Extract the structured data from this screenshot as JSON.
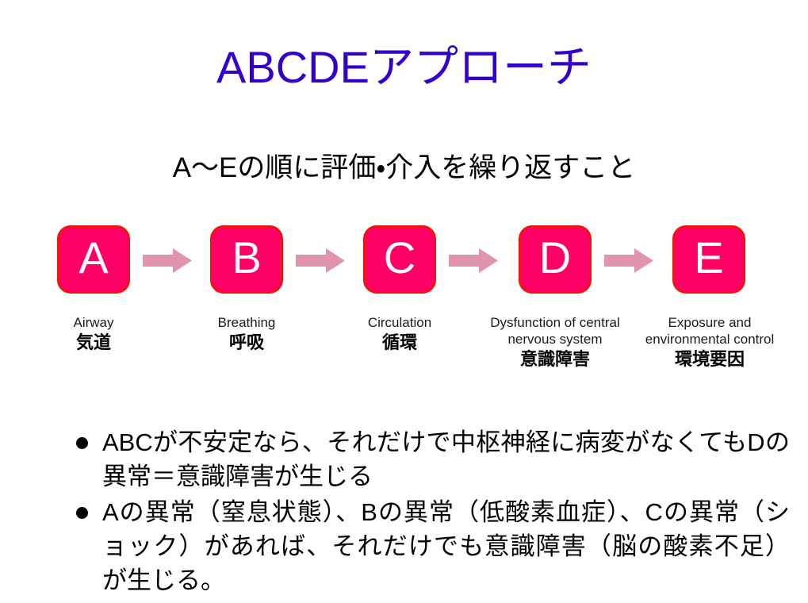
{
  "slide": {
    "title": "ABCDEアプローチ",
    "title_color": "#3300cc",
    "subtitle": "A〜Eの順に評価・介入を繰り返すこと",
    "background_color": "#ffffff"
  },
  "flow": {
    "box_fill_color": "#ff0066",
    "box_border_color": "#ee1510",
    "box_letter_color": "#ffffff",
    "arrow_color": "#e194af",
    "steps": [
      {
        "letter": "A",
        "english": "Airway",
        "japanese": "気道"
      },
      {
        "letter": "B",
        "english": "Breathing",
        "japanese": "呼吸"
      },
      {
        "letter": "C",
        "english": "Circulation",
        "japanese": "循環"
      },
      {
        "letter": "D",
        "english": "Dysfunction of central nervous system",
        "japanese": "意識障害"
      },
      {
        "letter": "E",
        "english": "Exposure and environmental control",
        "japanese": "環境要因"
      }
    ]
  },
  "bullets": [
    "ABCが不安定なら、それだけで中枢神経に病変がなくてもDの異常＝意識障害が生じる",
    "Aの異常（窒息状態）、Bの異常（低酸素血症）、Cの異常（ショック）があれば、それだけでも意識障害（脳の酸素不足）が生じる。"
  ]
}
